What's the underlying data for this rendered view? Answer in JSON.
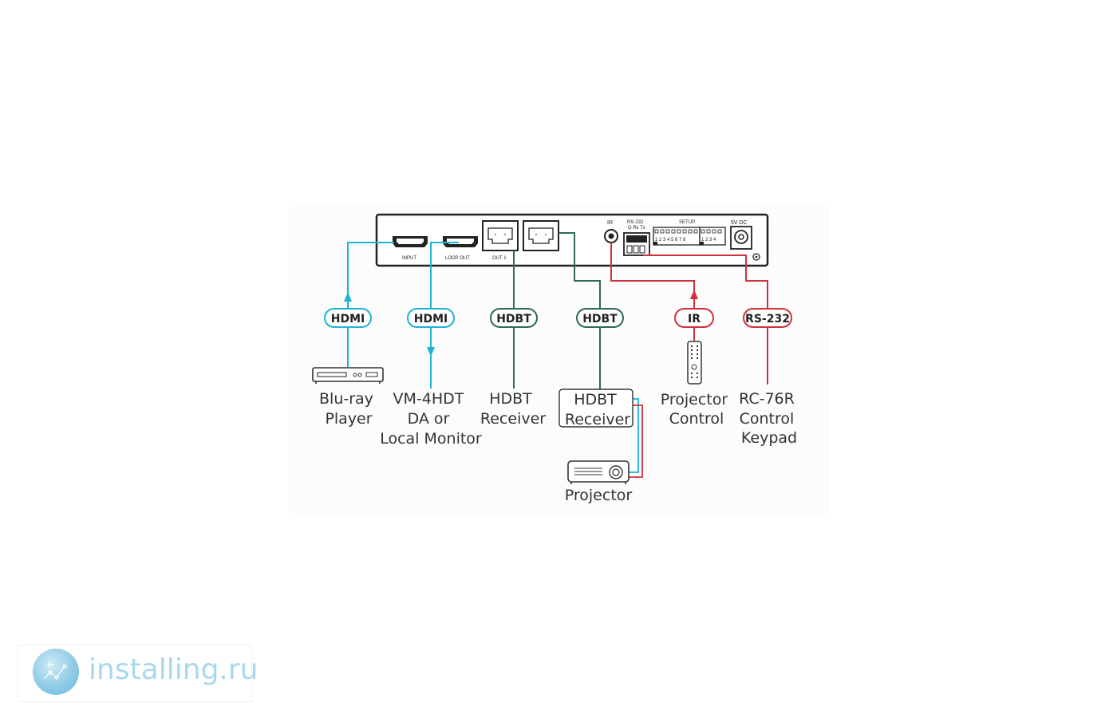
{
  "device": {
    "ports": {
      "input": "INPUT",
      "loop_out": "LOOP OUT",
      "out1": "OUT 1",
      "ir": "IR",
      "rs232": "RS-232",
      "rs232_pins": "G Rx Tx",
      "setup": "SETUP",
      "power": "5V DC",
      "dip_a": "1 2 3 4 5 6 7 8",
      "dip_b": "1 2 3 4"
    }
  },
  "pills": {
    "hdmi_in": "HDMI",
    "hdmi_out": "HDMI",
    "hdbt_1": "HDBT",
    "hdbt_2": "HDBT",
    "ir": "IR",
    "rs232": "RS-232"
  },
  "devices": {
    "bluray": [
      "Blu-ray",
      "Player"
    ],
    "vm4hdt": [
      "VM-4HDT",
      "DA or",
      "Local Monitor"
    ],
    "hdbt_receiver_1": [
      "HDBT",
      "Receiver"
    ],
    "hdbt_receiver_2": [
      "HDBT",
      "Receiver"
    ],
    "projector_control": [
      "Projector",
      "Control"
    ],
    "rc76r": [
      "RC-76R",
      "Control",
      "Keypad"
    ],
    "projector": [
      "Projector"
    ]
  },
  "colors": {
    "hdmi": "#1fb3d6",
    "hdbt": "#2e6b4f",
    "control": "#d0313d",
    "device_border": "#333333"
  },
  "watermark": {
    "text": "installing.ru"
  }
}
